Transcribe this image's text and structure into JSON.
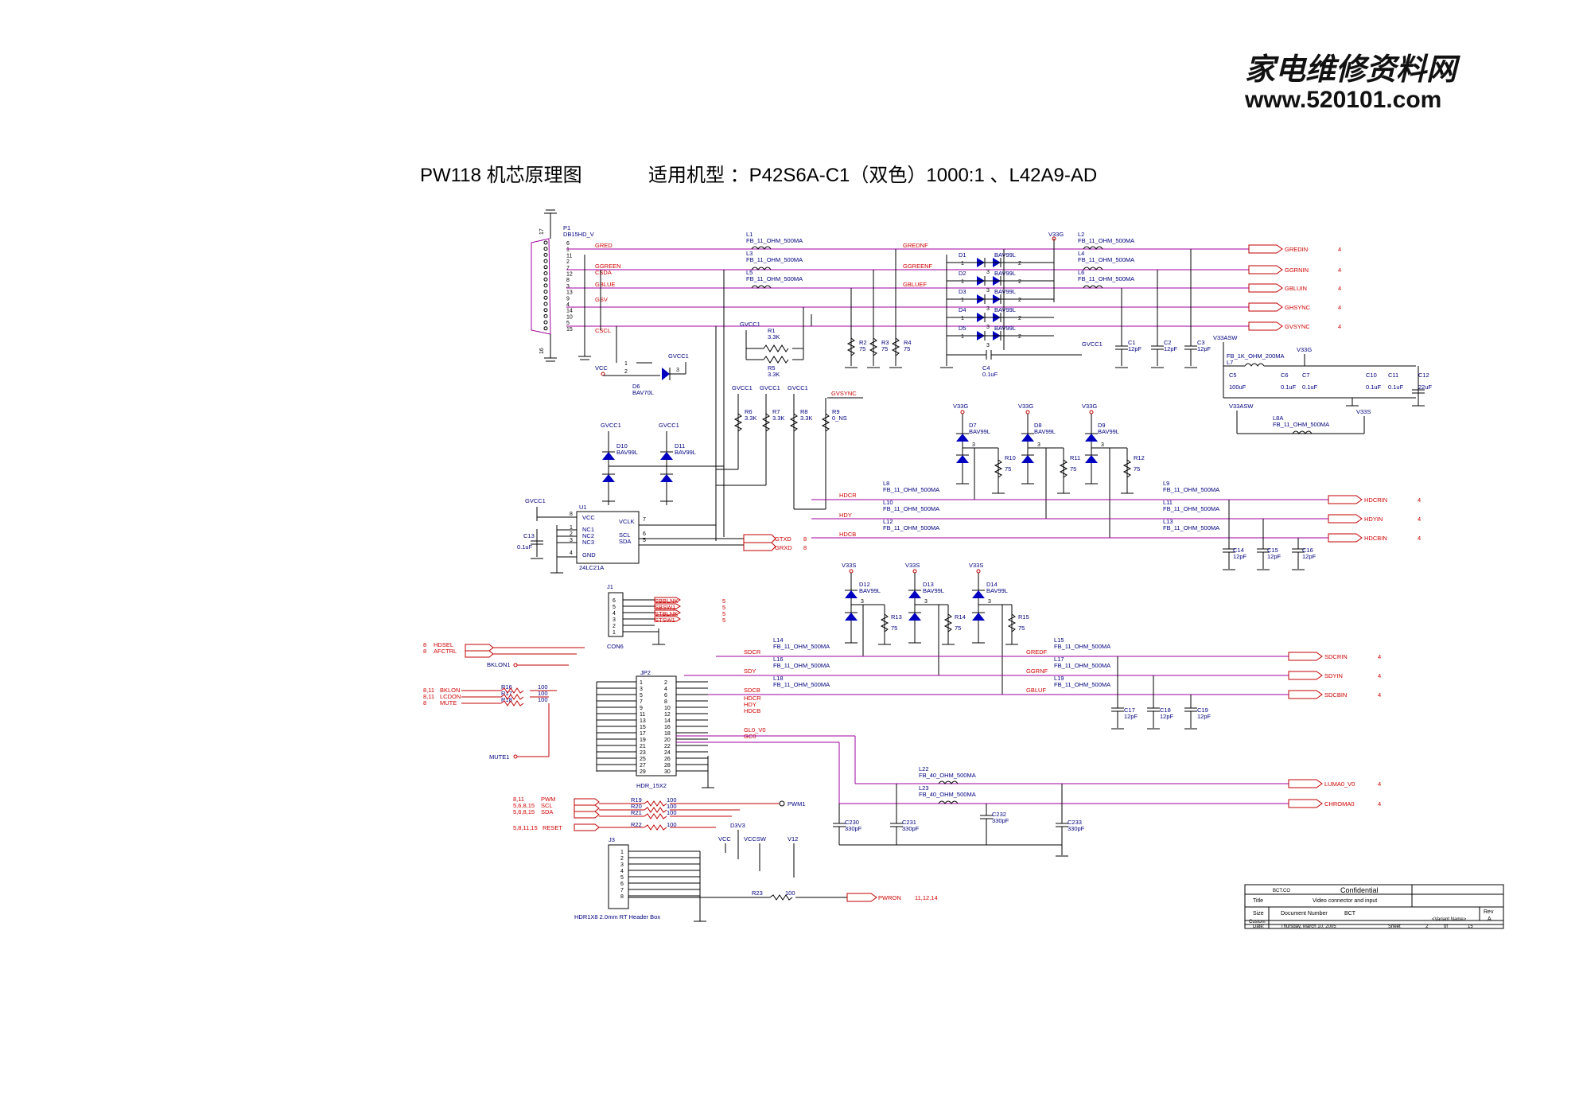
{
  "watermark": {
    "line1": "家电维修资料网",
    "line2": "www.520101.com"
  },
  "title": {
    "left": "PW118 机芯原理图",
    "right": "适用机型 ：P42S6A-C1（双色）1000:1 、L42A9-AD"
  },
  "connectors": {
    "p1_ref": "P1",
    "p1_type": "DB15HD_V",
    "p1_pins": [
      "6",
      "1",
      "11",
      "2",
      "7",
      "12",
      "8",
      "3",
      "13",
      "9",
      "4",
      "14",
      "10",
      "5",
      "15"
    ],
    "p1_top": "17",
    "p1_bottom": "16",
    "j1_ref": "J1",
    "j1_type": "CON6",
    "j1_pins": [
      "6",
      "5",
      "4",
      "3",
      "2",
      "1"
    ],
    "jp2_ref": "JP2",
    "jp2_type": "HDR_15X2",
    "jp2_left_pins": [
      "1",
      "3",
      "5",
      "7",
      "9",
      "11",
      "13",
      "15",
      "17",
      "19",
      "21",
      "23",
      "25",
      "27",
      "29"
    ],
    "jp2_right_pins": [
      "2",
      "4",
      "6",
      "8",
      "10",
      "12",
      "14",
      "16",
      "18",
      "20",
      "22",
      "24",
      "26",
      "28",
      "30"
    ],
    "j3_ref": "J3",
    "j3_type": "HDR1X8 2.0mm RT Header Box",
    "j3_pins": [
      "1",
      "2",
      "3",
      "4",
      "5",
      "6",
      "7",
      "8"
    ]
  },
  "u1": {
    "ref": "U1",
    "part": "24LC21A",
    "pins_left": [
      "VCC",
      "NC1",
      "NC2",
      "NC3",
      "GND"
    ],
    "pins_right": [
      "VCLK",
      "SCL",
      "SDA"
    ],
    "pin_nums_left": [
      "8",
      "1",
      "2",
      "3",
      "4"
    ],
    "pin_nums_right": [
      "7",
      "6",
      "5"
    ]
  },
  "inductors": [
    {
      "ref": "L1",
      "val": "FB_11_OHM_500MA"
    },
    {
      "ref": "L3",
      "val": "FB_11_OHM_500MA"
    },
    {
      "ref": "L5",
      "val": "FB_11_OHM_500MA"
    },
    {
      "ref": "L2",
      "val": "FB_11_OHM_500MA"
    },
    {
      "ref": "L4",
      "val": "FB_11_OHM_500MA"
    },
    {
      "ref": "L6",
      "val": "FB_11_OHM_500MA"
    },
    {
      "ref": "L7",
      "val": "FB_1K_OHM_200MA"
    },
    {
      "ref": "L8A",
      "val": "FB_11_OHM_500MA"
    },
    {
      "ref": "L8",
      "val": "FB_11_OHM_500MA"
    },
    {
      "ref": "L10",
      "val": "FB_11_OHM_500MA"
    },
    {
      "ref": "L12",
      "val": "FB_11_OHM_500MA"
    },
    {
      "ref": "L9",
      "val": "FB_11_OHM_500MA"
    },
    {
      "ref": "L11",
      "val": "FB_11_OHM_500MA"
    },
    {
      "ref": "L13",
      "val": "FB_11_OHM_500MA"
    },
    {
      "ref": "L14",
      "val": "FB_11_OHM_500MA"
    },
    {
      "ref": "L16",
      "val": "FB_11_OHM_500MA"
    },
    {
      "ref": "L18",
      "val": "FB_11_OHM_500MA"
    },
    {
      "ref": "L15",
      "val": "FB_11_OHM_500MA"
    },
    {
      "ref": "L17",
      "val": "FB_11_OHM_500MA"
    },
    {
      "ref": "L19",
      "val": "FB_11_OHM_500MA"
    },
    {
      "ref": "L22",
      "val": "FB_40_OHM_500MA"
    },
    {
      "ref": "L23",
      "val": "FB_40_OHM_500MA"
    }
  ],
  "resistors": [
    {
      "ref": "R1",
      "val": "3.3K"
    },
    {
      "ref": "R5",
      "val": "3.3K"
    },
    {
      "ref": "R2",
      "val": "75"
    },
    {
      "ref": "R3",
      "val": "75"
    },
    {
      "ref": "R4",
      "val": "75"
    },
    {
      "ref": "R6",
      "val": "3.3K"
    },
    {
      "ref": "R7",
      "val": "3.3K"
    },
    {
      "ref": "R8",
      "val": "3.3K"
    },
    {
      "ref": "R9",
      "val": "0_NS"
    },
    {
      "ref": "R10",
      "val": "75"
    },
    {
      "ref": "R11",
      "val": "75"
    },
    {
      "ref": "R12",
      "val": "75"
    },
    {
      "ref": "R13",
      "val": "75"
    },
    {
      "ref": "R14",
      "val": "75"
    },
    {
      "ref": "R15",
      "val": "75"
    },
    {
      "ref": "R16",
      "val": "100"
    },
    {
      "ref": "R17",
      "val": "100"
    },
    {
      "ref": "R18",
      "val": "100"
    },
    {
      "ref": "R19",
      "val": "100"
    },
    {
      "ref": "R20",
      "val": "100"
    },
    {
      "ref": "R21",
      "val": "100"
    },
    {
      "ref": "R22",
      "val": "100"
    },
    {
      "ref": "R23",
      "val": "100"
    }
  ],
  "capacitors": [
    {
      "ref": "C1",
      "val": "12pF"
    },
    {
      "ref": "C2",
      "val": "12pF"
    },
    {
      "ref": "C3",
      "val": "12pF"
    },
    {
      "ref": "C4",
      "val": "0.1uF"
    },
    {
      "ref": "C5",
      "val": "100uF"
    },
    {
      "ref": "C6",
      "val": "0.1uF"
    },
    {
      "ref": "C7",
      "val": "0.1uF"
    },
    {
      "ref": "C10",
      "val": "0.1uF"
    },
    {
      "ref": "C11",
      "val": "0.1uF"
    },
    {
      "ref": "C12",
      "val": "22uF"
    },
    {
      "ref": "C13",
      "val": "0.1uF"
    },
    {
      "ref": "C14",
      "val": "12pF"
    },
    {
      "ref": "C15",
      "val": "12pF"
    },
    {
      "ref": "C16",
      "val": "12pF"
    },
    {
      "ref": "C17",
      "val": "12pF"
    },
    {
      "ref": "C18",
      "val": "12pF"
    },
    {
      "ref": "C19",
      "val": "12pF"
    },
    {
      "ref": "C230",
      "val": "330pF"
    },
    {
      "ref": "C231",
      "val": "330pF"
    },
    {
      "ref": "C232",
      "val": "330pF"
    },
    {
      "ref": "C233",
      "val": "330pF"
    }
  ],
  "diodes": [
    {
      "ref": "D1",
      "val": "BAV99L"
    },
    {
      "ref": "D2",
      "val": "BAV99L"
    },
    {
      "ref": "D3",
      "val": "BAV99L"
    },
    {
      "ref": "D4",
      "val": "BAV99L"
    },
    {
      "ref": "D5",
      "val": "BAV99L"
    },
    {
      "ref": "D6",
      "val": "BAV70L"
    },
    {
      "ref": "D7",
      "val": "BAV99L"
    },
    {
      "ref": "D8",
      "val": "BAV99L"
    },
    {
      "ref": "D9",
      "val": "BAV99L"
    },
    {
      "ref": "D10",
      "val": "BAV99L"
    },
    {
      "ref": "D11",
      "val": "BAV99L"
    },
    {
      "ref": "D12",
      "val": "BAV99L"
    },
    {
      "ref": "D13",
      "val": "BAV99L"
    },
    {
      "ref": "D14",
      "val": "BAV99L"
    }
  ],
  "power": {
    "v33g": "V33G",
    "v33s": "V33S",
    "v33asw": "V33ASW",
    "gvcc1": "GVCC1",
    "vcc": "VCC",
    "d3v3": "D3V3",
    "vccsw": "VCCSW",
    "v12": "V12"
  },
  "nets": {
    "gred": "GRED",
    "ggreen": "GGREEN",
    "csda": "CSDA",
    "gblue": "GBLUE",
    "gsv": "GSV",
    "cscl": "CSCL",
    "gredf": "GREDNF",
    "ggreenf": "GGREENF",
    "gbluef": "GBLUEF",
    "gvsync": "GVSYNC",
    "hdcr": "HDCR",
    "hdy": "HDY",
    "hdcb": "HDCB",
    "sdcr": "SDCR",
    "sdy": "SDY",
    "sdcb": "SDCB",
    "hdcr2": "HDCR",
    "hdy2": "HDY",
    "hdcb2": "HDCB",
    "gredf2": "GREDF",
    "ggrnf": "GGRNF",
    "gbluf": "GBLUF",
    "gl0v0": "GL0_V0",
    "gc0": "GC0"
  },
  "ports_right": [
    {
      "name": "GREDIN",
      "page": "4"
    },
    {
      "name": "GGRNIN",
      "page": "4"
    },
    {
      "name": "GBLUIN",
      "page": "4"
    },
    {
      "name": "GHSYNC",
      "page": "4"
    },
    {
      "name": "GVSYNC",
      "page": "4"
    },
    {
      "name": "HDCRIN",
      "page": "4"
    },
    {
      "name": "HDYIN",
      "page": "4"
    },
    {
      "name": "HDCBIN",
      "page": "4"
    },
    {
      "name": "SDCRIN",
      "page": "4"
    },
    {
      "name": "SDYIN",
      "page": "4"
    },
    {
      "name": "SDCBIN",
      "page": "4"
    },
    {
      "name": "LUMA0_V0",
      "page": "4"
    },
    {
      "name": "CHROMA0",
      "page": "4"
    }
  ],
  "ports_misc": {
    "gtxd": "GTXD",
    "grxd": "GRXD",
    "gtx_page": "8",
    "grx_page": "8",
    "sbblnk": "SBBLNK",
    "sbsw1": "SBSW1",
    "stblnk": "STBLNK",
    "stsw1": "STSW1",
    "j1_page": "5",
    "hdsel": "HDSEL",
    "afctrl": "AFCTRL",
    "hdsel_page": "8",
    "afctrl_page": "8",
    "bklon1": "BKLON1",
    "bklon": "BKLON",
    "lcdon": "LCDON",
    "mute": "MUTE",
    "mute1": "MUTE1",
    "bklon_page": "8,11",
    "lcdon_page": "8,11",
    "mute_page": "8",
    "pwm": "PWM",
    "scl": "SCL",
    "sda": "SDA",
    "pwm_page": "8,11",
    "scl_page": "5,6,8,15",
    "sda_page": "5,6,8,15",
    "pwm1": "PWM1",
    "reset": "RESET",
    "reset_page": "5,8,11,15",
    "pwron": "PWRON",
    "pwron_page": "11,12,14"
  },
  "titleblock": {
    "company": "BCT.CO",
    "confidential": "Confidential",
    "title_label": "Title",
    "title": "Video connector and  input",
    "size_label": "Size",
    "size": "Custom",
    "docnum_label": "Document Number",
    "docnum": "BCT",
    "variant": "<Variant Name>",
    "rev_label": "Rev",
    "rev": "A",
    "date_label": "Date:",
    "date": "Thursday, March 10, 2005",
    "sheet_label": "Sheet",
    "sheet": "2",
    "of_label": "of",
    "sheets": "15"
  }
}
